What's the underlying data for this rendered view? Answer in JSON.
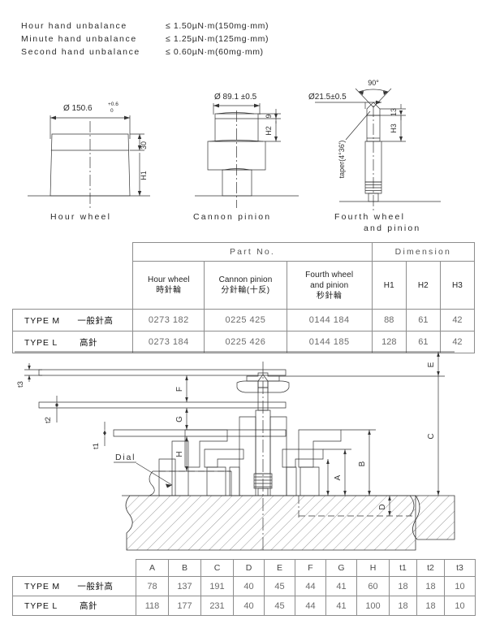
{
  "specs": {
    "lines": [
      {
        "label": "Hour hand unbalance",
        "value": "≤ 1.50µN·m(150mɡ·mm)"
      },
      {
        "label": "Minute hand unbalance",
        "value": "≤ 1.25µN·m(125mɡ·mm)"
      },
      {
        "label": "Second hand unbalance",
        "value": "≤ 0.60µN·m(60mɡ·mm)"
      }
    ]
  },
  "figures": {
    "hour_wheel": {
      "caption": "Hour wheel",
      "diameter": "Ø 150.6",
      "tol_upper": "+0.6",
      "tol_lower": "0",
      "dim_top": "30",
      "dim_height": "H1"
    },
    "cannon_pinion": {
      "caption": "Cannon pinion",
      "diameter": "Ø 89.1 ±0.5",
      "dim_small": "9",
      "dim_height": "H2"
    },
    "fourth_wheel": {
      "caption_line1": "Fourth wheel",
      "caption_line2": "and pinion",
      "diameter": "Ø21.5±0.5",
      "angle": "90°",
      "taper": "taper(4°36')",
      "dim_small": "13",
      "dim_height": "H3"
    }
  },
  "table_parts": {
    "group_headers": {
      "part_no": "Part No.",
      "dimension": "Dimension"
    },
    "columns": [
      {
        "en": "Hour wheel",
        "jp": "時針輪"
      },
      {
        "en": "Cannon pinion",
        "jp": "分針輪(十反)"
      },
      {
        "en": "Fourth wheel",
        "en2": "and pinion",
        "jp": "秒針輪"
      }
    ],
    "dim_columns": [
      "H1",
      "H2",
      "H3"
    ],
    "rows": [
      {
        "type": "TYPE M",
        "jp": "一般針高",
        "hour_wheel": "0273  182",
        "cannon_pinion": "0225  425",
        "fourth_wheel": "0144  184",
        "h1": "88",
        "h2": "61",
        "h3": "42"
      },
      {
        "type": "TYPE L",
        "jp": "高針",
        "hour_wheel": "0273  184",
        "cannon_pinion": "0225  426",
        "fourth_wheel": "0144  185",
        "h1": "128",
        "h2": "61",
        "h3": "42"
      }
    ]
  },
  "cross_section": {
    "labels": {
      "dial": "Dial",
      "t1": "t1",
      "t2": "t2",
      "t3": "t3",
      "A": "A",
      "B": "B",
      "C": "C",
      "D": "D",
      "E": "E",
      "F": "F",
      "G": "G",
      "H": "H"
    }
  },
  "table_dims": {
    "columns": [
      "A",
      "B",
      "C",
      "D",
      "E",
      "F",
      "G",
      "H",
      "t1",
      "t2",
      "t3"
    ],
    "rows": [
      {
        "type": "TYPE M",
        "jp": "一般針高",
        "values": [
          "78",
          "137",
          "191",
          "40",
          "45",
          "44",
          "41",
          "60",
          "18",
          "18",
          "10"
        ]
      },
      {
        "type": "TYPE L",
        "jp": "高針",
        "values": [
          "118",
          "177",
          "231",
          "40",
          "45",
          "44",
          "41",
          "100",
          "18",
          "18",
          "10"
        ]
      }
    ]
  }
}
